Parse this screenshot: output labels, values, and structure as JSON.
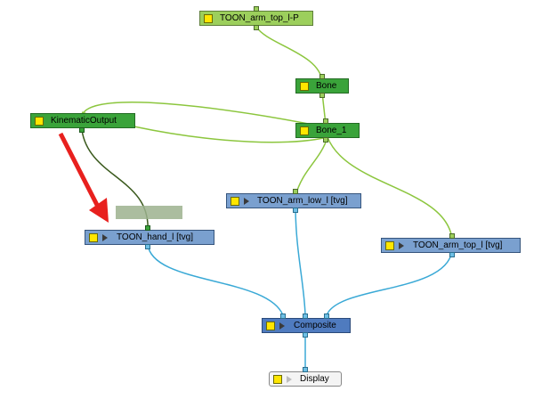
{
  "nodes": {
    "arm_top_peg": "TOON_arm_top_l-P",
    "bone": "Bone",
    "bone_1": "Bone_1",
    "kinematic_output": "KinematicOutput",
    "arm_low": "TOON_arm_low_l  [tvg]",
    "hand": "TOON_hand_l  [tvg]",
    "arm_top": "TOON_arm_top_l  [tvg]",
    "composite": "Composite",
    "display": "Display"
  },
  "colors": {
    "peg_green": "#9ccf5c",
    "kinematic_green": "#3aa33a",
    "drawing_blue": "#7aa0cf",
    "composite_blue": "#4f7bbf",
    "link_green": "#8cc63e",
    "link_blue": "#3aa9d6",
    "link_dark": "#3b5a1e",
    "arrow_red": "#e8201e"
  }
}
